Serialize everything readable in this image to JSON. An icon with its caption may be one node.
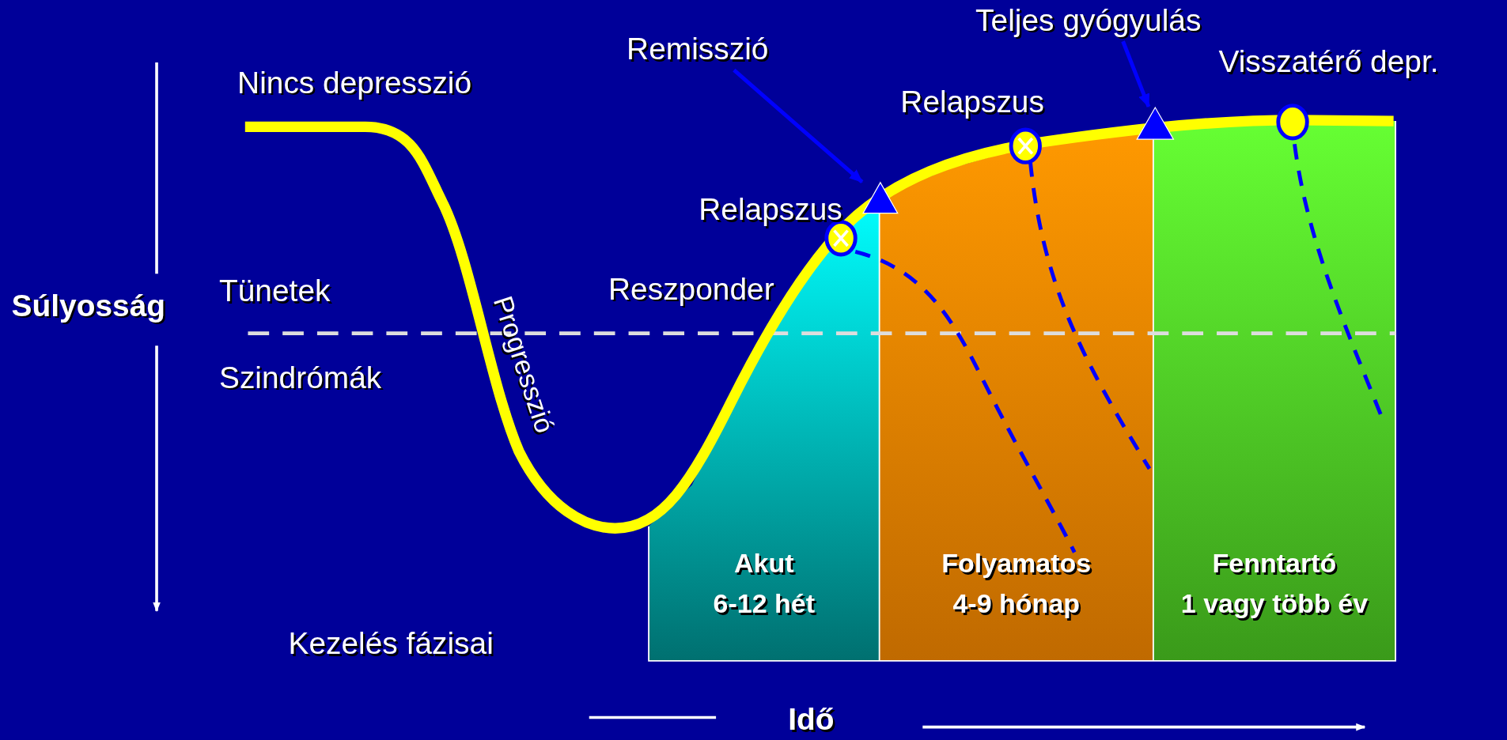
{
  "diagram": {
    "nodes": [
      {
        "text": [
          "Remisszió"
        ]
      },
      {
        "text": [],
        "shape": "triangle"
      },
      {
        "text": [
          "Teljes gyógyulás"
        ]
      },
      {
        "text": [],
        "shape": "triangle"
      },
      {
        "text": [
          "Akut",
          "6-12 hét"
        ]
      },
      {
        "text": [
          "Folyamatos",
          "4-9 hónap"
        ]
      },
      {
        "text": [
          "Fenntartó",
          "1 vagy több év"
        ]
      }
    ],
    "edges": [
      {
        "from": 0,
        "to": 1,
        "arrow": "to"
      },
      {
        "from": 2,
        "to": 3,
        "arrow": "to"
      }
    ],
    "labels": [
      "Visszatérő depr.",
      "Nincs depresszió",
      "Relapszus",
      "Relapszus",
      "Tünetek",
      "Reszponder",
      "Súlyosság",
      "Szindrómák",
      "Progresszió",
      "Kezelés fázisai",
      "Idő"
    ]
  }
}
